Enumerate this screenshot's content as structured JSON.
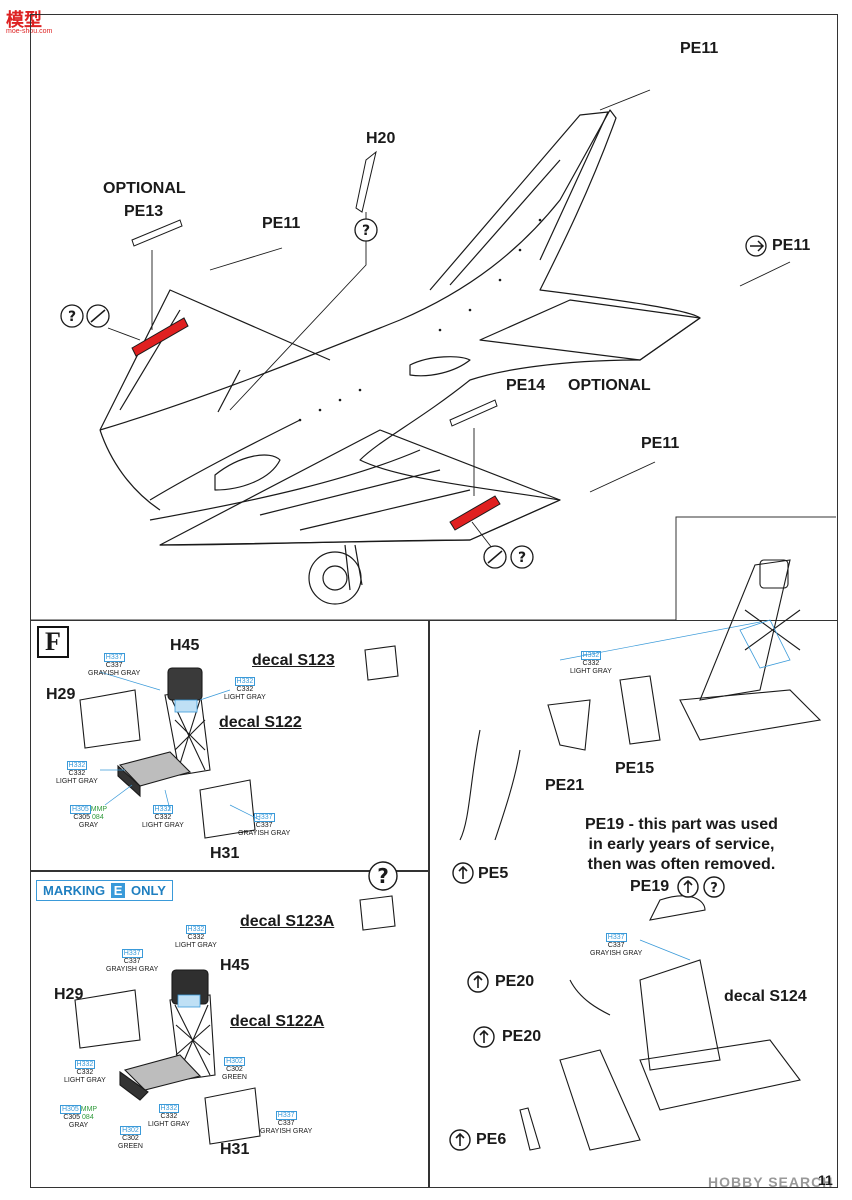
{
  "watermark_top": {
    "title": "模型",
    "sub": "moe-shou.com"
  },
  "watermark_bottom": "HOBBY SEARCH",
  "page_number": "11",
  "aircraft": {
    "labels": {
      "pe11_a": "PE11",
      "h20": "H20",
      "optional_1": "OPTIONAL",
      "pe13": "PE13",
      "pe11_b": "PE11",
      "pe11_c": "PE11",
      "pe14": "PE14",
      "optional_2": "OPTIONAL",
      "pe11_d": "PE11"
    }
  },
  "section_f": {
    "box": "F",
    "h45": "H45",
    "h29": "H29",
    "h31": "H31",
    "decal_s123": "decal S123",
    "decal_s122": "decal S122",
    "paints": {
      "p1": {
        "h": "H337",
        "c": "C337",
        "name": "GRAYISH GRAY"
      },
      "p2": {
        "h": "H332",
        "c": "C332",
        "name": "LIGHT GRAY"
      },
      "p3": {
        "h": "H332",
        "c": "C332",
        "name": "LIGHT GRAY"
      },
      "p4": {
        "h": "H305",
        "mmp": "MMP",
        "c": "C305",
        "mmp_num": "084",
        "name": "GRAY"
      },
      "p5": {
        "h": "H332",
        "c": "C332",
        "name": "LIGHT GRAY"
      },
      "p6": {
        "h": "H337",
        "c": "C337",
        "name": "GRAYISH GRAY"
      }
    }
  },
  "section_e": {
    "marking_pre": "MARKING",
    "marking_letter": "E",
    "marking_post": "ONLY",
    "h45": "H45",
    "h29": "H29",
    "h31": "H31",
    "decal_s123a": "decal S123A",
    "decal_s122a": "decal S122A",
    "paints": {
      "p1": {
        "h": "H332",
        "c": "C332",
        "name": "LIGHT GRAY"
      },
      "p2": {
        "h": "H337",
        "c": "C337",
        "name": "GRAYISH GRAY"
      },
      "p3": {
        "h": "H332",
        "c": "C332",
        "name": "LIGHT GRAY"
      },
      "p4": {
        "h": "H302",
        "c": "C302",
        "name": "GREEN"
      },
      "p5": {
        "h": "H305",
        "mmp": "MMP",
        "c": "C305",
        "mmp_num": "084",
        "name": "GRAY"
      },
      "p6": {
        "h": "H302",
        "c": "C302",
        "name": "GREEN"
      },
      "p7": {
        "h": "H332",
        "c": "C332",
        "name": "LIGHT GRAY"
      },
      "p8": {
        "h": "H337",
        "c": "C337",
        "name": "GRAYISH GRAY"
      }
    }
  },
  "section_right": {
    "paint_top": {
      "h": "H332",
      "c": "C332",
      "name": "LIGHT GRAY"
    },
    "pe21": "PE21",
    "pe15": "PE15",
    "pe5": "PE5",
    "note_line1": "PE19 - this part was used",
    "note_line2": "in early years of service,",
    "note_line3": "then was often removed.",
    "pe19": "PE19",
    "paint_mid": {
      "h": "H337",
      "c": "C337",
      "name": "GRAYISH GRAY"
    },
    "decal_s124": "decal S124",
    "pe20_a": "PE20",
    "pe20_b": "PE20",
    "pe6": "PE6"
  },
  "colors": {
    "ink": "#1a1a1a",
    "blue_callout": "#3a9ad9",
    "red_part": "#e02020",
    "green_mmp": "#2f9a3a"
  }
}
